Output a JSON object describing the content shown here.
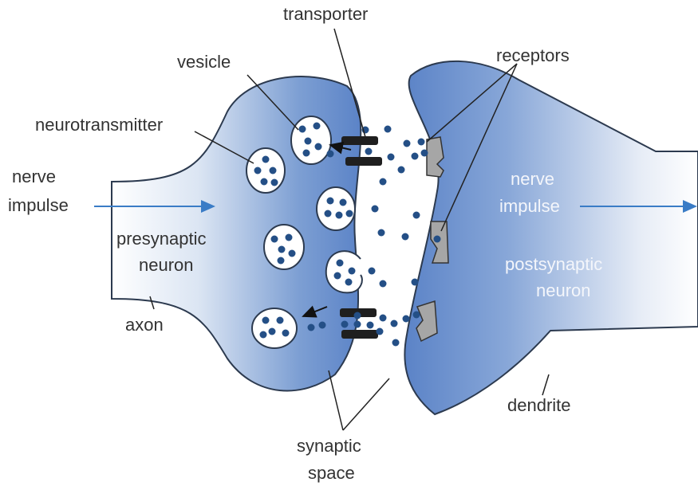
{
  "labels": {
    "transporter": "transporter",
    "vesicle": "vesicle",
    "receptors": "receptors",
    "neurotransmitter": "neurotransmitter",
    "nerve_impulse_left": [
      "nerve",
      "impulse"
    ],
    "nerve_impulse_right": [
      "nerve",
      "impulse"
    ],
    "presynaptic_neuron": [
      "presynaptic",
      "neuron"
    ],
    "postsynaptic_neuron": [
      "postsynaptic",
      "neuron"
    ],
    "axon": "axon",
    "dendrite": "dendrite",
    "synaptic_space": [
      "synaptic",
      "space"
    ]
  },
  "colors": {
    "neuron_blue": "#5b83c7",
    "neuron_light": "#e6ecf6",
    "outline": "#2c3a4f",
    "arrow": "#3a7cc6",
    "dot": "#244f86",
    "transporter": "#1f1f1f",
    "receptor": "#a6a6a6"
  }
}
